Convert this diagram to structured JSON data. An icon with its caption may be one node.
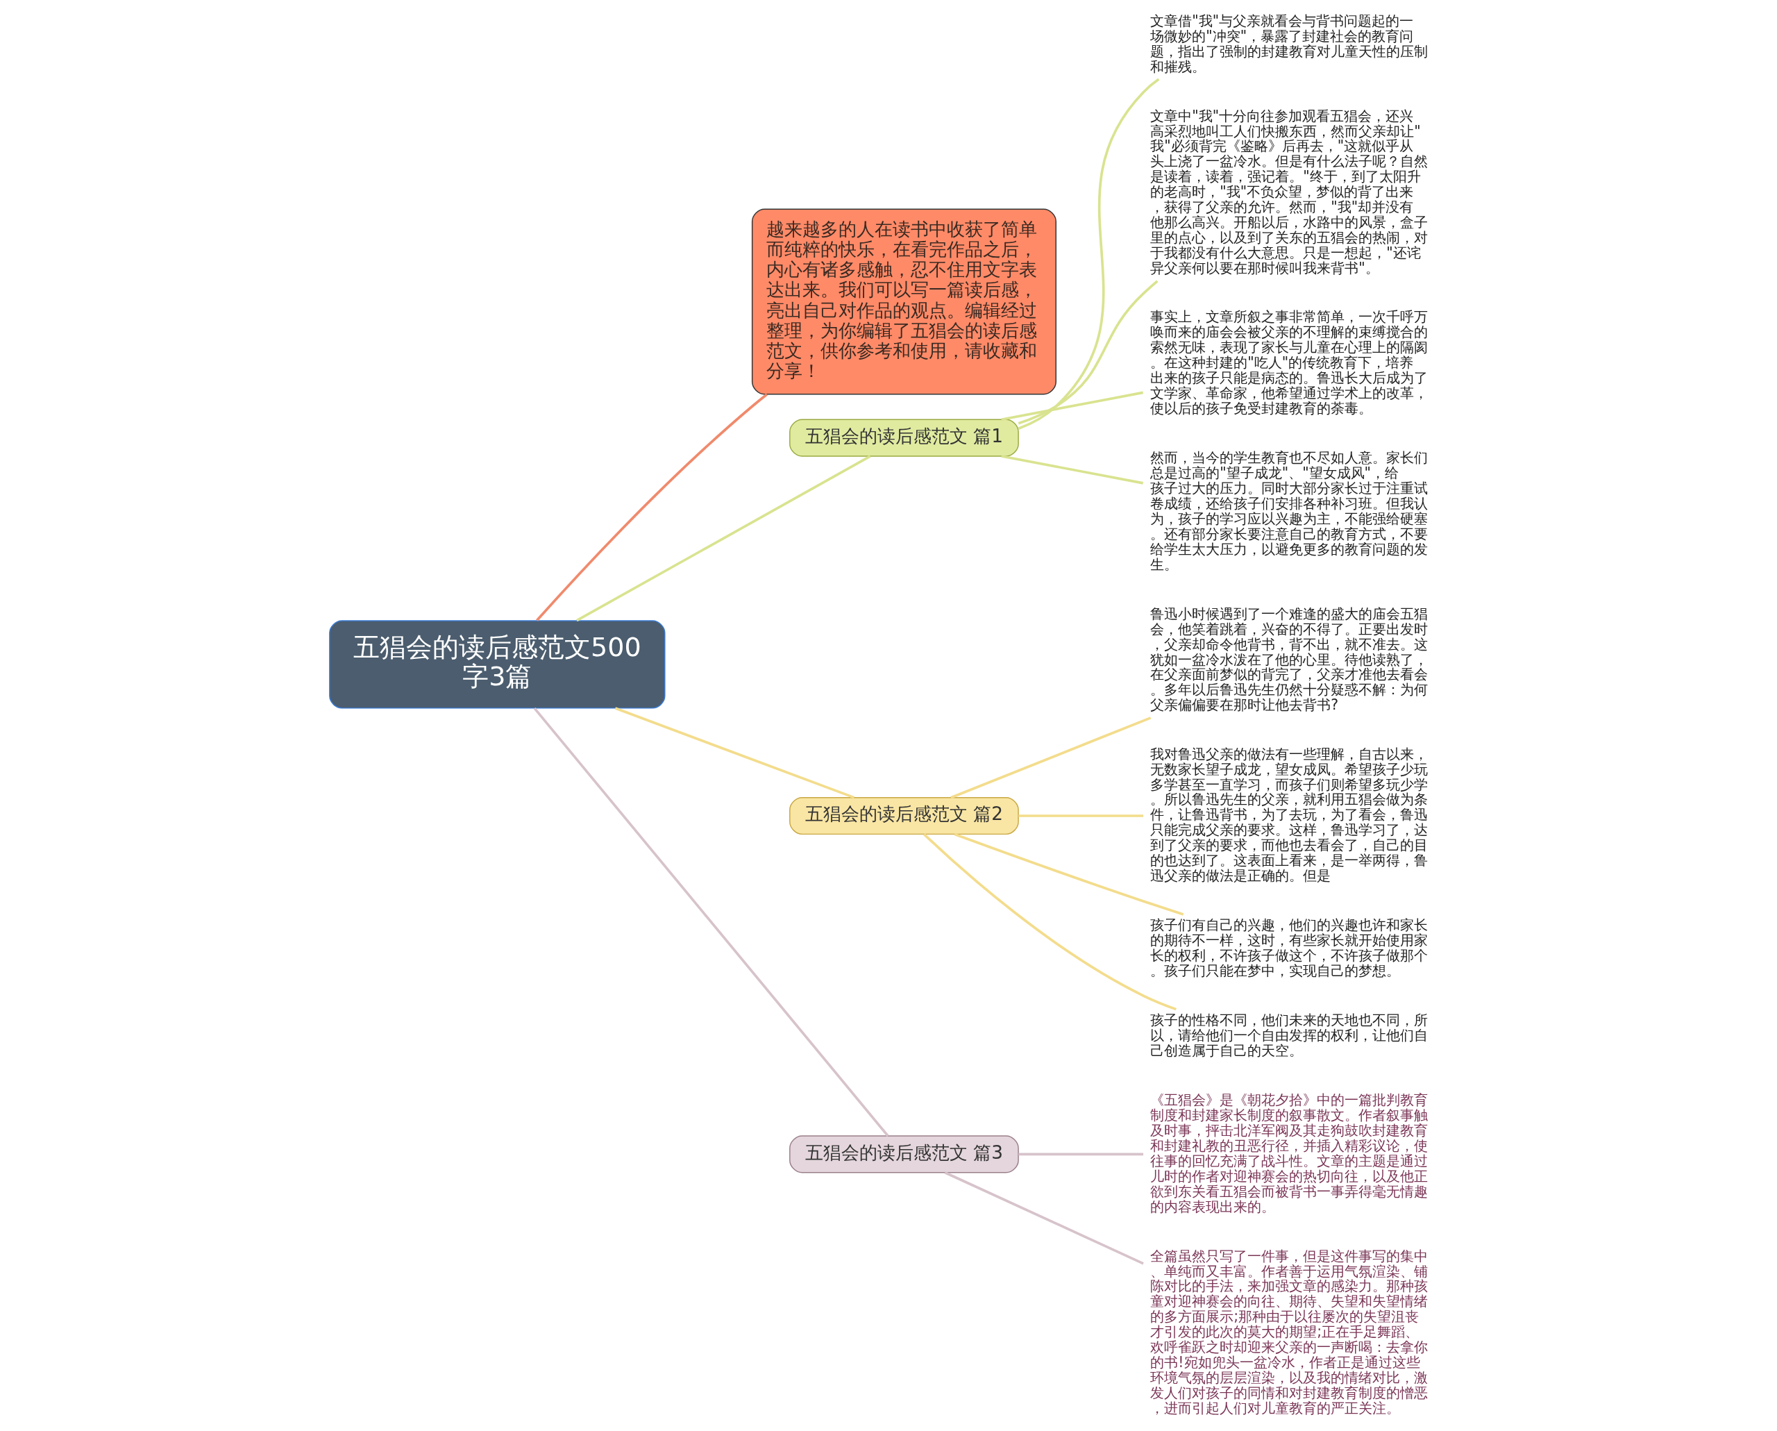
{
  "diagram": {
    "nodes": [
      {
        "text": [
          "五猖会的读后感范文500字3篇"
        ]
      },
      {
        "text": [
          "越来越多的人在读书中收获了简单而纯粹的快乐，在看完作品之后，内心有诸多感触，忍不住用文字表达出来。我们可以写一篇读后感，亮出自己对作品的观点。编辑经过整理，为你编辑了五猖会的读后感范文，供你参考和使用，请收藏和分享！"
        ]
      },
      {
        "text": [
          "五猖会的读后感范文 篇1"
        ]
      },
      {
        "text": [
          "文章借\"我\"与父亲就看会与背书问题起的一场微妙的\"冲突\"，暴露了封建社会的教育问题，指出了强制的封建教育对儿童天性的压制和摧残。"
        ]
      },
      {
        "text": [
          "文章中\"我\"十分向往参加观看五猖会，还兴高采烈地叫工人们快搬东西，然而父亲却让\"我\"必须背完《鉴略》后再去，\"这就似乎从头上浇了一盆冷水。但是有什么法子呢？自然是读着，读着，强记着。\"终于，到了太阳升的老高时，\"我\"不负众望，梦似的背了出来，获得了父亲的允许。然而，\"我\"却并没有他那么高兴。开船以后，水路中的风景，盒子里的点心，以及到了关东的五猖会的热闹，对于我都没有什么大意思。只是一想起，\"还诧异父亲何以要在那时候叫我来背书\"。"
        ]
      },
      {
        "text": [
          "事实上，文章所叙之事非常简单，一次千呼万唤而来的庙会会被父亲的不理解的束缚搅合的索然无味，表现了家长与儿童在心理上的隔阂。在这种封建的\"吃人\"的传统教育下，培养出来的孩子只能是病态的。鲁迅长大后成为了文学家、革命家，他希望通过学术上的改革，使以后的孩子免受封建教育的荼毒。"
        ]
      },
      {
        "text": [
          "然而，当今的学生教育也不尽如人意。家长们总是过高的\"望子成龙\"、\"望女成风\"，给孩子过大的压力。同时大部分家长过于注重试卷成绩，还给孩子们安排各种补习班。但我认为，孩子的学习应以兴趣为主，不能强给硬塞。还有部分家长要注意自己的教育方式，不要给学生太大压力，以避免更多的教育问题的发生。"
        ]
      },
      {
        "text": [
          "五猖会的读后感范文 篇2"
        ]
      },
      {
        "text": [
          "鲁迅小时候遇到了一个难逢的盛大的庙会五猖会，他笑着跳着，兴奋的不得了。正要出发时，父亲却命令他背书，背不出，就不准去。这犹如一盆冷水泼在了他的心里。待他读熟了，在父亲面前梦似的背完了，父亲才准他去看会。多年以后鲁迅先生仍然十分疑惑不解：为何父亲偏偏要在那时让他去背书?"
        ]
      },
      {
        "text": [
          "我对鲁迅父亲的做法有一些理解，自古以来，无数家长望子成龙，望女成凤。希望孩子少玩多学甚至一直学习，而孩子们则希望多玩少学。所以鲁迅先生的父亲，就利用五猖会做为条件，让鲁迅背书，为了去玩，为了看会，鲁迅只能完成父亲的要求。这样，鲁迅学习了，达到了父亲的要求，而他也去看会了，自己的目的也达到了。这表面上看来，是一举两得，鲁迅父亲的做法是正确的。但是"
        ]
      },
      {
        "text": [
          "孩子们有自己的兴趣，他们的兴趣也许和家长的期待不一样，这时，有些家长就开始使用家长的权利，不许孩子做这个，不许孩子做那个。孩子们只能在梦中，实现自己的梦想。"
        ]
      },
      {
        "text": [
          "孩子的性格不同，他们未来的天地也不同，所以，请给他们一个自由发挥的权利，让他们自己创造属于自己的天空。"
        ]
      },
      {
        "text": [
          "五猖会的读后感范文 篇3"
        ]
      },
      {
        "text": [
          "《五猖会》是《朝花夕拾》中的一篇批判教育制度和封建家长制度的叙事散文。作者叙事触及时事，抨击北洋军阀及其走狗鼓吹封建教育和封建礼教的丑恶行径，并插入精彩议论，使往事的回忆充满了战斗性。文章的主题是通过儿时的作者对迎神赛会的热切向往，以及他正欲到东关看五猖会而被背书一事弄得毫无情趣的内容表现出来的。"
        ]
      },
      {
        "text": [
          "全篇虽然只写了一件事，但是这件事写的集中、单纯而又丰富。作者善于运用气氛渲染、铺陈对比的手法，来加强文章的感染力。那种孩童对迎神赛会的向往、期待、失望和失望情绪的多方面展示;那种由于以往屡次的失望沮丧才引发的此次的莫大的期望;正在手足舞蹈、欢呼雀跃之时却迎来父亲的一声断喝：去拿你的书!宛如兜头一盆冷水，作者正是通过这些环境气氛的层层渲染，以及我的情绪对比，激发人们对孩子的同情和对封建教育制度的憎恶，进而引起人们对儿童教育的严正关注。"
        ]
      }
    ],
    "edges": [
      {
        "from": 0,
        "to": 2,
        "arrow": "none",
        "color": "#d9e38f"
      },
      {
        "from": 0,
        "to": 1,
        "arrow": "none",
        "color": "#f08a6c"
      },
      {
        "from": 0,
        "to": 7,
        "arrow": "none",
        "color": "#f3dc8c"
      },
      {
        "from": 0,
        "to": 12,
        "arrow": "none",
        "color": "#d7c3cb"
      },
      {
        "from": 2,
        "to": 3,
        "arrow": "none",
        "color": "#d9e38f"
      },
      {
        "from": 2,
        "to": 4,
        "arrow": "none",
        "color": "#d9e38f"
      },
      {
        "from": 2,
        "to": 5,
        "arrow": "none",
        "color": "#d9e38f"
      },
      {
        "from": 2,
        "to": 6,
        "arrow": "none",
        "color": "#d9e38f"
      },
      {
        "from": 7,
        "to": 8,
        "arrow": "none",
        "color": "#f3dc8c"
      },
      {
        "from": 7,
        "to": 9,
        "arrow": "none",
        "color": "#f3dc8c"
      },
      {
        "from": 7,
        "to": 10,
        "arrow": "none",
        "color": "#f3dc8c"
      },
      {
        "from": 7,
        "to": 11,
        "arrow": "none",
        "color": "#f3dc8c"
      },
      {
        "from": 12,
        "to": 13,
        "arrow": "none",
        "color": "#d7c3cb"
      },
      {
        "from": 12,
        "to": 14,
        "arrow": "none",
        "color": "#d7c3cb"
      }
    ]
  }
}
